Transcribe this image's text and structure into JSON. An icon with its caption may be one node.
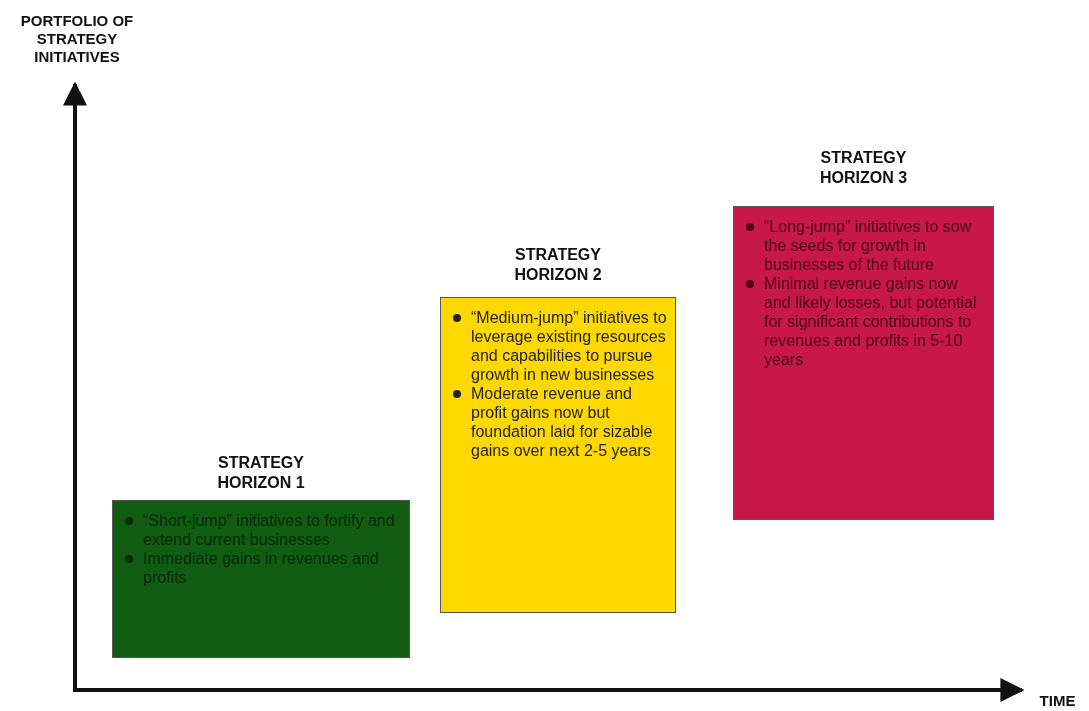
{
  "diagram": {
    "nodes": [
      {
        "text": [
          "STRATEGY HORIZON 1",
          "“Short-jump” initiatives to fortify and extend current businesses",
          "Immediate gains in revenues and profits"
        ]
      },
      {
        "text": [
          "STRATEGY HORIZON 2",
          "“Medium-jump” initiatives to leverage existing resources and capabilities to pursue growth in new businesses",
          "Moderate revenue and profit gains now but foundation laid for sizable gains over next 2-5 years"
        ]
      },
      {
        "text": [
          "STRATEGY HORIZON 3",
          "“Long-jump” initiatives to sow the seeds for growth in businesses of the future",
          "Minimal revenue gains now and likely losses, but potential for significant contributions to revenues and profits in 5-10 years"
        ]
      }
    ],
    "edges": [],
    "labels": [
      "PORTFOLIO OF STRATEGY INITIATIVES",
      "TIME"
    ]
  }
}
